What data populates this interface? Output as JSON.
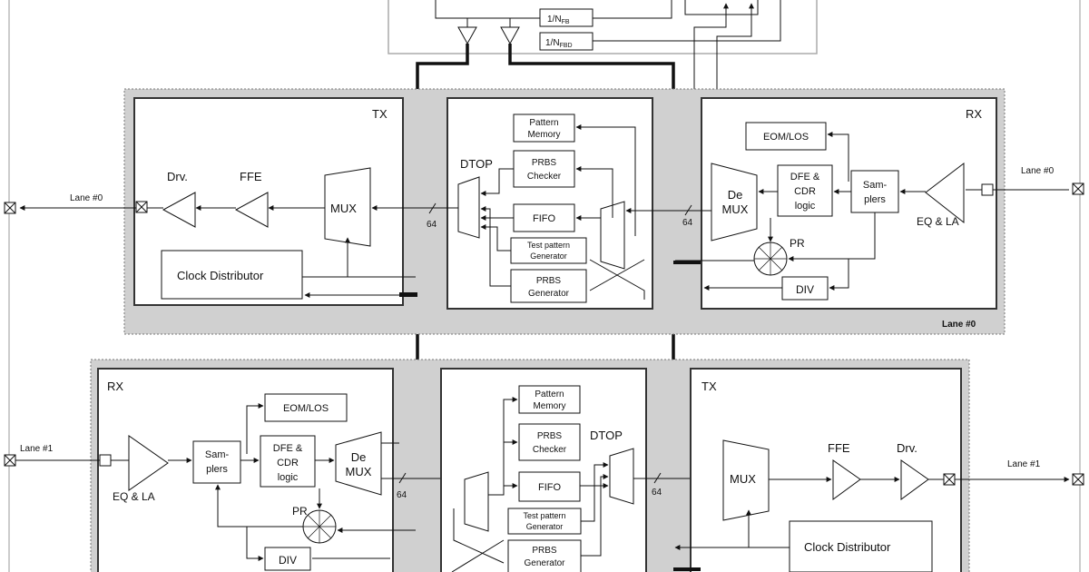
{
  "top": {
    "div_a": "1/N",
    "div_a_sub": "FB",
    "div_b": "1/N",
    "div_b_sub": "FBD"
  },
  "lane0": {
    "section_label": "Lane #0",
    "tx": {
      "title": "TX",
      "drv": "Drv.",
      "ffe": "FFE",
      "mux": "MUX",
      "clock": "Clock Distributor",
      "lane_label": "Lane #0",
      "bus": "64"
    },
    "dtop": {
      "title": "DTOP",
      "pattern_memory": [
        "Pattern",
        "Memory"
      ],
      "prbs_checker": [
        "PRBS",
        "Checker"
      ],
      "fifo": "FIFO",
      "test_pattern": [
        "Test pattern",
        "Generator"
      ],
      "prbs_generator": [
        "PRBS",
        "Generator"
      ]
    },
    "rx": {
      "title": "RX",
      "eomlos": "EOM/LOS",
      "demux": [
        "De",
        "MUX"
      ],
      "dfe": [
        "DFE &",
        "CDR",
        "logic"
      ],
      "samplers": [
        "Sam-",
        "plers"
      ],
      "eqla": "EQ & LA",
      "pr": "PR",
      "div": "DIV",
      "lane_label": "Lane #0",
      "bus": "64"
    }
  },
  "lane1": {
    "rx": {
      "title": "RX",
      "eomlos": "EOM/LOS",
      "demux": [
        "De",
        "MUX"
      ],
      "dfe": [
        "DFE &",
        "CDR",
        "logic"
      ],
      "samplers": [
        "Sam-",
        "plers"
      ],
      "eqla": "EQ & LA",
      "pr": "PR",
      "div": "DIV",
      "lane_label": "Lane #1",
      "bus": "64"
    },
    "dtop": {
      "title": "DTOP",
      "pattern_memory": [
        "Pattern",
        "Memory"
      ],
      "prbs_checker": [
        "PRBS",
        "Checker"
      ],
      "fifo": "FIFO",
      "test_pattern": [
        "Test pattern",
        "Generator"
      ],
      "prbs_generator": [
        "PRBS",
        "Generator"
      ]
    },
    "tx": {
      "title": "TX",
      "drv": "Drv.",
      "ffe": "FFE",
      "mux": "MUX",
      "clock": "Clock Distributor",
      "lane_label": "Lane #1",
      "bus": "64"
    }
  }
}
